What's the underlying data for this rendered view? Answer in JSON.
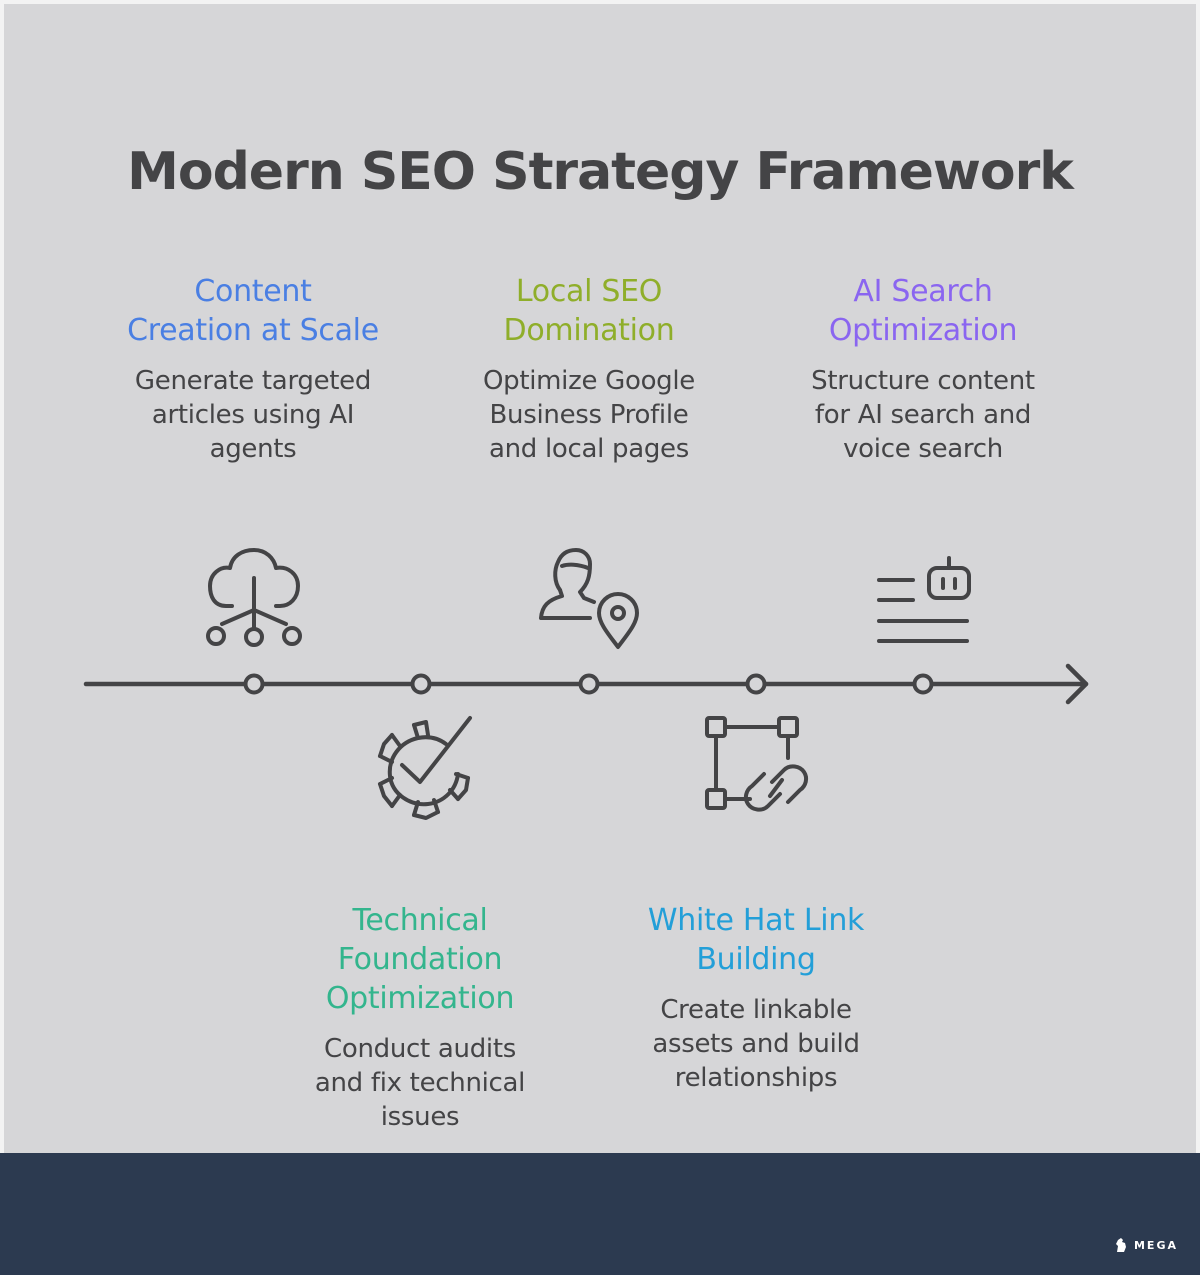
{
  "title": "Modern SEO Strategy Framework",
  "colors": {
    "background": "#d6d6d8",
    "footer": "#2c3a50",
    "line": "#444446",
    "content_creation": "#4a7fe3",
    "local_seo": "#8fae2a",
    "ai_search": "#8a65f0",
    "technical": "#33b58d",
    "link_building": "#239fd8"
  },
  "steps": [
    {
      "heading_line1": "Content",
      "heading_line2": "Creation at Scale",
      "desc_line1": "Generate targeted",
      "desc_line2": "articles using AI",
      "desc_line3": "agents",
      "icon": "cloud-network-icon"
    },
    {
      "heading_line1": "Technical",
      "heading_line2": "Foundation",
      "heading_line3": "Optimization",
      "desc_line1": "Conduct audits",
      "desc_line2": "and fix technical",
      "desc_line3": "issues",
      "icon": "gear-check-icon"
    },
    {
      "heading_line1": "Local SEO",
      "heading_line2": "Domination",
      "desc_line1": "Optimize Google",
      "desc_line2": "Business Profile",
      "desc_line3": "and local pages",
      "icon": "person-location-icon"
    },
    {
      "heading_line1": "White Hat Link",
      "heading_line2": "Building",
      "desc_line1": "Create linkable",
      "desc_line2": "assets and build",
      "desc_line3": "relationships",
      "icon": "chain-link-square-icon"
    },
    {
      "heading_line1": "AI Search",
      "heading_line2": "Optimization",
      "desc_line1": "Structure content",
      "desc_line2": "for AI search and",
      "desc_line3": "voice search",
      "icon": "robot-text-icon"
    }
  ],
  "brand": "MEGA"
}
